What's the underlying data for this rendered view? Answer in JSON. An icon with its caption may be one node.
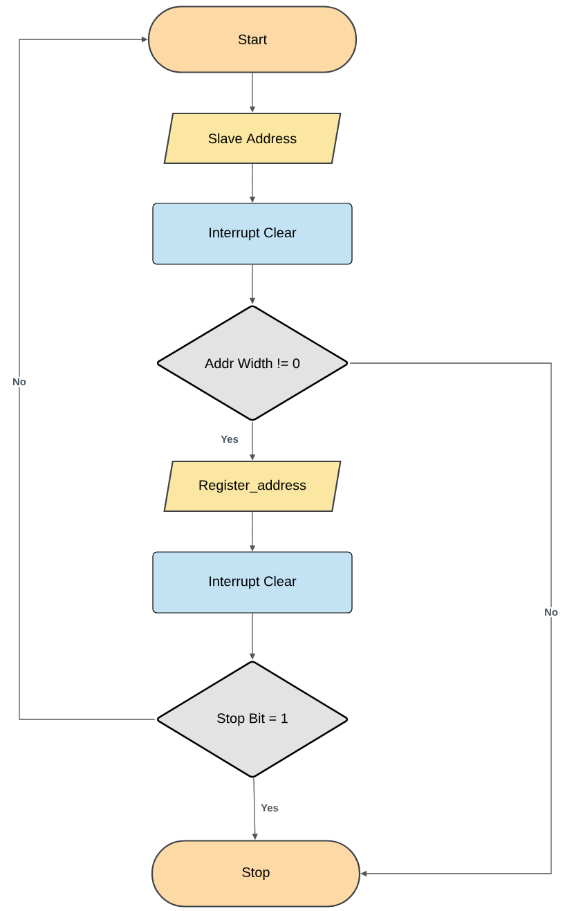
{
  "diagram": {
    "nodes": [
      {
        "text": [
          "Start"
        ]
      },
      {
        "text": [
          "Slave Address"
        ]
      },
      {
        "text": [
          "Interrupt Clear"
        ]
      },
      {
        "text": [
          "Addr Width != 0"
        ]
      },
      {
        "text": [
          "Register_address"
        ]
      },
      {
        "text": [
          "Interrupt Clear"
        ]
      },
      {
        "text": [
          "Stop Bit = 1"
        ]
      },
      {
        "text": [
          "Stop"
        ]
      }
    ],
    "edges": [
      {
        "from": 0,
        "to": 1,
        "arrow": "to"
      },
      {
        "from": 1,
        "to": 2,
        "arrow": "to"
      },
      {
        "from": 2,
        "to": 3,
        "arrow": "to"
      },
      {
        "from": 3,
        "to": 4,
        "label": "Yes",
        "arrow": "to"
      },
      {
        "from": 4,
        "to": 5,
        "arrow": "to"
      },
      {
        "from": 5,
        "to": 6,
        "arrow": "to"
      },
      {
        "from": 6,
        "to": 7,
        "label": "Yes",
        "arrow": "to"
      },
      {
        "from": 6,
        "to": 0,
        "label": "No",
        "arrow": "to"
      },
      {
        "from": 3,
        "to": 7,
        "label": "No",
        "arrow": "to"
      }
    ]
  }
}
